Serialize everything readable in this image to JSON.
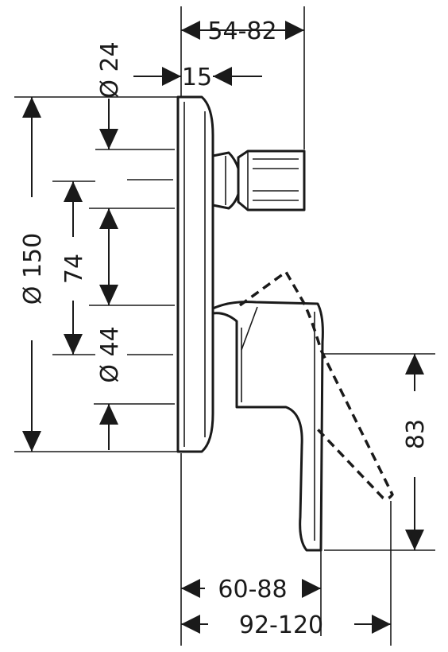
{
  "dimensions": {
    "mount_depth": "54-82",
    "wall_plate_thickness": "15",
    "upper_diameter": "Ø 24",
    "plate_diameter": "Ø 150",
    "spacing": "74",
    "lower_diameter": "Ø 44",
    "handle_drop": "83",
    "handle_depth": "60-88",
    "total_depth": "92-120"
  }
}
